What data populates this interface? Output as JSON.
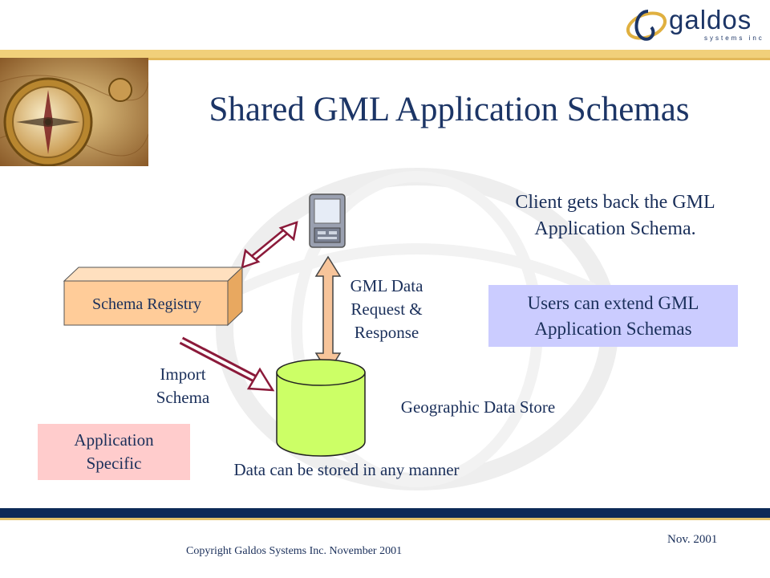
{
  "title": "Shared GML Application Schemas",
  "logo": {
    "name": "galdos",
    "subtitle": "systems inc"
  },
  "schema_registry": "Schema Registry",
  "gml_exchange": {
    "line1": "GML Data",
    "line2": "Request &",
    "line3": "Response"
  },
  "import_schema": {
    "line1": "Import",
    "line2": "Schema"
  },
  "client_note": {
    "line1": "Client gets back the GML",
    "line2": "Application Schema."
  },
  "users_note": {
    "line1": "Users can extend GML",
    "line2": "Application Schemas"
  },
  "data_store": "Geographic Data Store",
  "storage_note": "Data can be stored in any manner",
  "application_specific": {
    "line1": "Application",
    "line2": "Specific"
  },
  "footer": {
    "copyright": "Copyright Galdos Systems Inc. November 2001",
    "date": "Nov. 2001"
  },
  "colors": {
    "title": "#1c3566",
    "accent_gold": "#f1d07a",
    "footer_bar": "#0d2a57",
    "arrow_maroon": "#8b1a3a",
    "cylinder": "#ccff66",
    "double_arrow": "#f7c49a",
    "note_purple": "#cbccff",
    "note_pink": "#ffcccc",
    "registry_box": "#ffcc99"
  }
}
